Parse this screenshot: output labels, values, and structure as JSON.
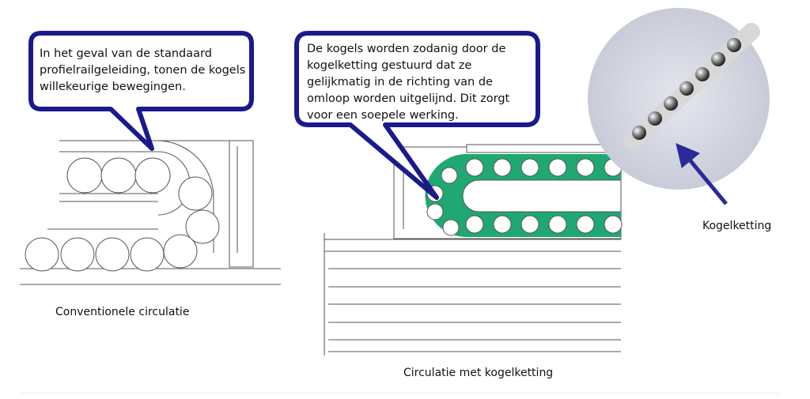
{
  "bubbles": {
    "left": "In het geval van de standaard profielrailgeleiding, tonen de kogels willekeurige bewegingen.",
    "right": "De kogels worden zodanig door de kogelketting gestuurd dat ze gelijkmatig in de richting van de omloop worden uitgelijnd. Dit zorgt voor een soepele werking."
  },
  "captions": {
    "left": "Conventionele circulatie",
    "right": "Circulatie met kogelketting",
    "photo": "Kogelketting"
  },
  "colors": {
    "bubble_border": "#1a1a8c",
    "chain_green": "#1fa871",
    "arrow": "#2a2a9a"
  }
}
